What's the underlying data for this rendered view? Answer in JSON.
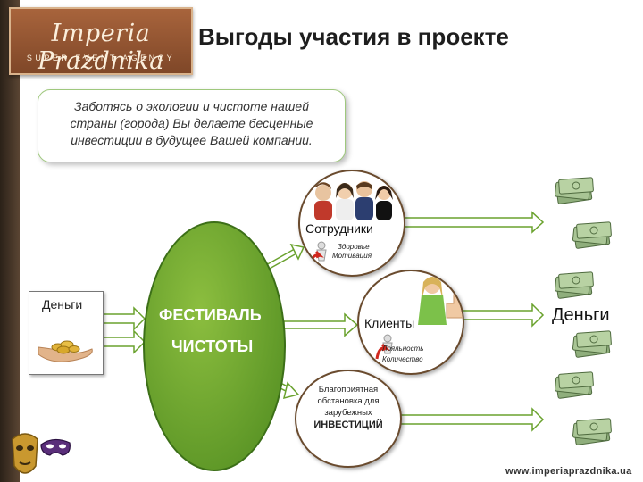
{
  "logo": {
    "name": "Imperia Prazdnika",
    "tagline": "SUPER EVENT AGENCY"
  },
  "title": "Выгоды участия в проекте",
  "intro": {
    "line1": "Заботясь о экологии и чистоте нашей",
    "line2": "страны (города) Вы делаете бесценные",
    "line3": "инвестиции в будущее Вашей компании."
  },
  "left": {
    "label": "Деньги"
  },
  "festival": {
    "line1": "ФЕСТИВАЛЬ",
    "line2": "ЧИСТОТЫ"
  },
  "employees": {
    "label": "Сотрудники",
    "benefit1": "Здоровье",
    "benefit2": "Мотивация"
  },
  "clients": {
    "label": "Клиенты",
    "benefit1": "Лояльность",
    "benefit2": "Количество"
  },
  "investment": {
    "line1": "Благоприятная",
    "line2": "обстановка для",
    "line3": "зарубежных",
    "line4": "ИНВЕСТИЦИЙ"
  },
  "right": {
    "label": "Деньги"
  },
  "website": "www.imperiaprazdnika.ua",
  "colors": {
    "festival_green": "#6aa22e",
    "arrow_green": "#7dbb3f",
    "node_border": "#6a4b2e",
    "logo_brown": "#8f5230"
  },
  "icons": [
    "money-stack-icon",
    "coins-in-hand-icon",
    "people-group-icon",
    "thumbs-up-person-icon",
    "growth-figure-icon",
    "carnival-masks-icon"
  ]
}
